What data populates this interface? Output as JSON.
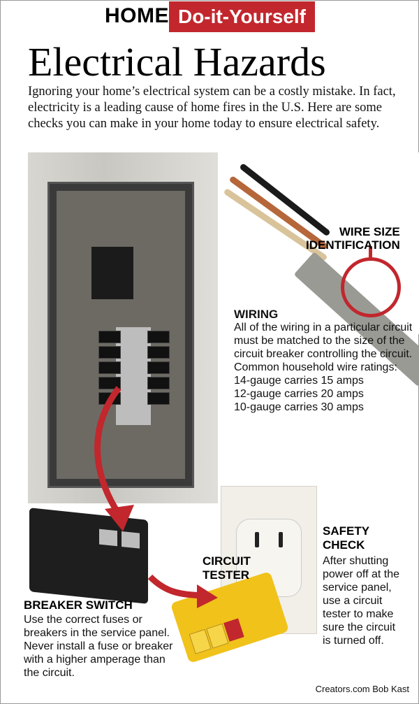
{
  "header": {
    "home": "HOME",
    "diy": "Do-it-Yourself"
  },
  "title": "Electrical Hazards",
  "intro": "Ignoring your home’s electrical system can be a costly mistake. In fact, electricity is a leading cause of home fires in the U.S. Here are some checks you can make in your home today to ensure electrical safety.",
  "wire_size": {
    "line1": "WIRE SIZE",
    "line2": "IDENTIFICATION"
  },
  "wiring": {
    "heading": "WIRING",
    "body": "All of the wiring in a particular circuit must be matched to the size of the circuit breaker controlling the circuit. Common household wire ratings:",
    "ratings": [
      "14-gauge carries 15 amps",
      "12-gauge carries 20 amps",
      "10-gauge carries 30 amps"
    ]
  },
  "safety": {
    "heading1": "SAFETY",
    "heading2": "CHECK",
    "body": "After shutting power off at the service panel, use a circuit tester to make sure the circuit is turned off."
  },
  "tester": {
    "line1": "CIRCUIT",
    "line2": "TESTER"
  },
  "breaker": {
    "heading": "BREAKER SWITCH",
    "body": "Use the correct fuses or breakers in the service panel. Never install a fuse or breaker with a higher amperage than the circuit."
  },
  "credit": "Creators.com Bob Kast",
  "colors": {
    "accent": "#c1272d"
  }
}
